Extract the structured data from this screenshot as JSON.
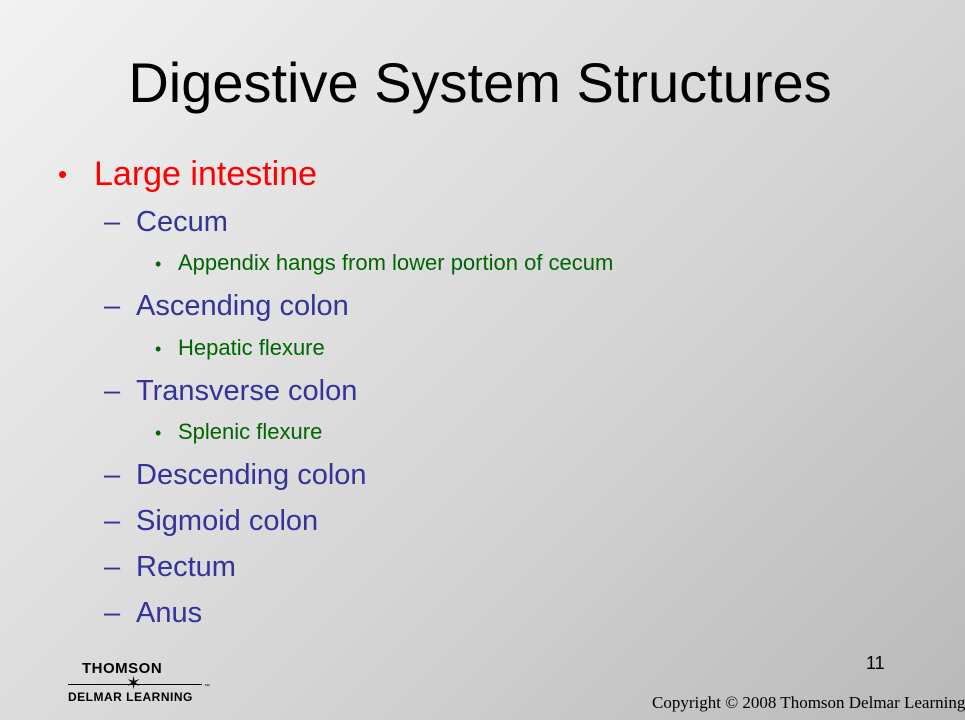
{
  "slide": {
    "title": "Digestive System Structures",
    "bullet_mark": "•",
    "dash_mark": "–",
    "level1": "Large intestine",
    "items": [
      {
        "label": "Cecum"
      },
      {
        "sub": "Appendix hangs from lower portion of cecum"
      },
      {
        "label": "Ascending colon"
      },
      {
        "sub": "Hepatic flexure"
      },
      {
        "label": "Transverse colon"
      },
      {
        "sub": "Splenic flexure"
      },
      {
        "label": "Descending colon"
      },
      {
        "label": "Sigmoid colon"
      },
      {
        "label": "Rectum"
      },
      {
        "label": "Anus"
      }
    ]
  },
  "footer": {
    "page_number": "11",
    "logo_top": "THOMSON",
    "logo_bottom": "DELMAR LEARNING",
    "logo_tm": "™",
    "copyright": "Copyright © 2008 Thomson Delmar Learning"
  },
  "colors": {
    "level1": "#ff0000",
    "level2": "#333399",
    "level3": "#006600"
  },
  "icons": {
    "logo_star": "star-burst-icon"
  }
}
